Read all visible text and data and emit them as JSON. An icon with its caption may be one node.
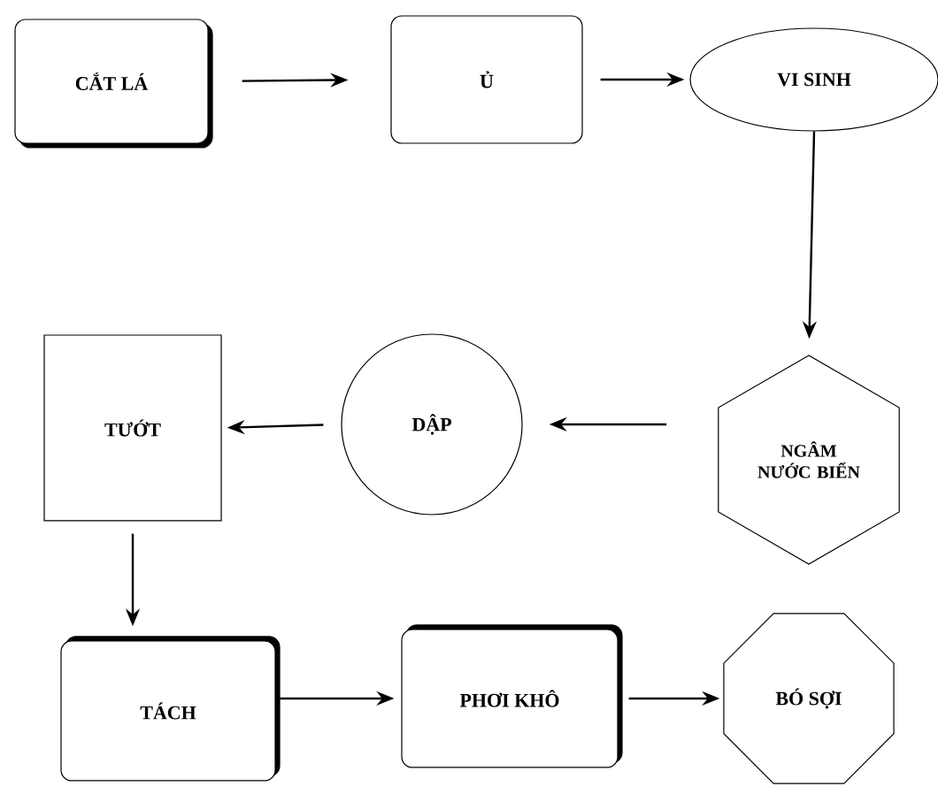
{
  "diagram": {
    "nodes": [
      {
        "text": [
          "CẮT LÁ"
        ]
      },
      {
        "text": [
          "Ủ"
        ]
      },
      {
        "text": [
          "VI SINH"
        ]
      },
      {
        "text": [
          "NGÂM NƯỚC BIỂN"
        ]
      },
      {
        "text": [
          "DẬP"
        ]
      },
      {
        "text": [
          "TƯỚT"
        ]
      },
      {
        "text": [
          "TÁCH"
        ]
      },
      {
        "text": [
          "PHƠI KHÔ"
        ]
      },
      {
        "text": [
          "BÓ SỢI"
        ]
      }
    ],
    "edges": [
      {
        "from": 0,
        "to": 1,
        "arrow": "to"
      },
      {
        "from": 1,
        "to": 2,
        "arrow": "to"
      },
      {
        "from": 2,
        "to": 3,
        "arrow": "to"
      },
      {
        "from": 3,
        "to": 4,
        "arrow": "to"
      },
      {
        "from": 4,
        "to": 5,
        "arrow": "to"
      },
      {
        "from": 5,
        "to": 6,
        "arrow": "to"
      },
      {
        "from": 6,
        "to": 7,
        "arrow": "to"
      },
      {
        "from": 7,
        "to": 8,
        "arrow": "to"
      }
    ]
  }
}
